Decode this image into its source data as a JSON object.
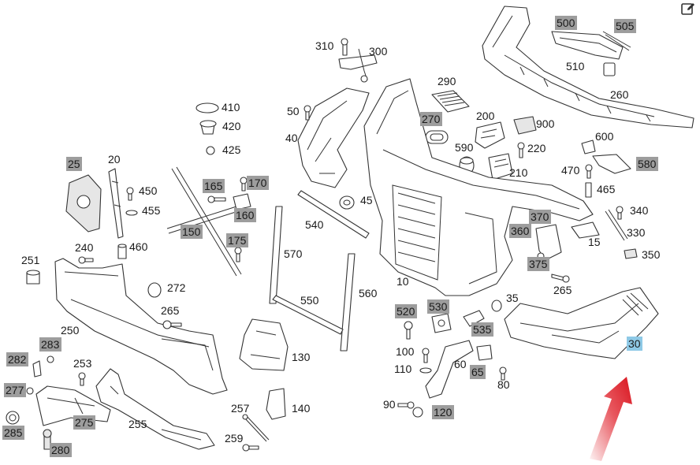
{
  "diagram": {
    "labels": [
      {
        "id": "l500",
        "text": "500",
        "hl": "gray"
      },
      {
        "id": "l505",
        "text": "505",
        "hl": "gray"
      },
      {
        "id": "l510",
        "text": "510",
        "hl": "none"
      },
      {
        "id": "l260",
        "text": "260",
        "hl": "none"
      },
      {
        "id": "l310",
        "text": "310",
        "hl": "none"
      },
      {
        "id": "l300",
        "text": "300",
        "hl": "none"
      },
      {
        "id": "l290",
        "text": "290",
        "hl": "none"
      },
      {
        "id": "l270",
        "text": "270",
        "hl": "gray"
      },
      {
        "id": "l200",
        "text": "200",
        "hl": "none"
      },
      {
        "id": "l900",
        "text": "900",
        "hl": "none"
      },
      {
        "id": "l590",
        "text": "590",
        "hl": "none"
      },
      {
        "id": "l220",
        "text": "220",
        "hl": "none"
      },
      {
        "id": "l210",
        "text": "210",
        "hl": "none"
      },
      {
        "id": "l600",
        "text": "600",
        "hl": "none"
      },
      {
        "id": "l470",
        "text": "470",
        "hl": "none"
      },
      {
        "id": "l580",
        "text": "580",
        "hl": "gray"
      },
      {
        "id": "l465",
        "text": "465",
        "hl": "none"
      },
      {
        "id": "l410",
        "text": "410",
        "hl": "none"
      },
      {
        "id": "l420",
        "text": "420",
        "hl": "none"
      },
      {
        "id": "l425",
        "text": "425",
        "hl": "none"
      },
      {
        "id": "l50",
        "text": "50",
        "hl": "none"
      },
      {
        "id": "l40",
        "text": "40",
        "hl": "none"
      },
      {
        "id": "l25",
        "text": "25",
        "hl": "gray"
      },
      {
        "id": "l20",
        "text": "20",
        "hl": "none"
      },
      {
        "id": "l450",
        "text": "450",
        "hl": "none"
      },
      {
        "id": "l455",
        "text": "455",
        "hl": "none"
      },
      {
        "id": "l165",
        "text": "165",
        "hl": "gray"
      },
      {
        "id": "l170",
        "text": "170",
        "hl": "gray"
      },
      {
        "id": "l160",
        "text": "160",
        "hl": "gray"
      },
      {
        "id": "l150",
        "text": "150",
        "hl": "gray"
      },
      {
        "id": "l175",
        "text": "175",
        "hl": "gray"
      },
      {
        "id": "l45",
        "text": "45",
        "hl": "none"
      },
      {
        "id": "l540",
        "text": "540",
        "hl": "none"
      },
      {
        "id": "l370",
        "text": "370",
        "hl": "gray"
      },
      {
        "id": "l340",
        "text": "340",
        "hl": "none"
      },
      {
        "id": "l360",
        "text": "360",
        "hl": "gray"
      },
      {
        "id": "l330",
        "text": "330",
        "hl": "none"
      },
      {
        "id": "l15",
        "text": "15",
        "hl": "none"
      },
      {
        "id": "l350",
        "text": "350",
        "hl": "none"
      },
      {
        "id": "l375",
        "text": "375",
        "hl": "gray"
      },
      {
        "id": "l251",
        "text": "251",
        "hl": "none"
      },
      {
        "id": "l240",
        "text": "240",
        "hl": "none"
      },
      {
        "id": "l460",
        "text": "460",
        "hl": "none"
      },
      {
        "id": "l570",
        "text": "570",
        "hl": "none"
      },
      {
        "id": "l10",
        "text": "10",
        "hl": "none"
      },
      {
        "id": "l272",
        "text": "272",
        "hl": "none"
      },
      {
        "id": "l265a",
        "text": "265",
        "hl": "none"
      },
      {
        "id": "l265b",
        "text": "265",
        "hl": "none"
      },
      {
        "id": "l35",
        "text": "35",
        "hl": "none"
      },
      {
        "id": "l550",
        "text": "550",
        "hl": "none"
      },
      {
        "id": "l560",
        "text": "560",
        "hl": "none"
      },
      {
        "id": "l520",
        "text": "520",
        "hl": "gray"
      },
      {
        "id": "l530",
        "text": "530",
        "hl": "gray"
      },
      {
        "id": "l535",
        "text": "535",
        "hl": "gray"
      },
      {
        "id": "l250",
        "text": "250",
        "hl": "none"
      },
      {
        "id": "l283",
        "text": "283",
        "hl": "gray"
      },
      {
        "id": "l282",
        "text": "282",
        "hl": "gray"
      },
      {
        "id": "l253",
        "text": "253",
        "hl": "none"
      },
      {
        "id": "l130",
        "text": "130",
        "hl": "none"
      },
      {
        "id": "l100",
        "text": "100",
        "hl": "none"
      },
      {
        "id": "l110",
        "text": "110",
        "hl": "none"
      },
      {
        "id": "l60",
        "text": "60",
        "hl": "none"
      },
      {
        "id": "l65",
        "text": "65",
        "hl": "gray"
      },
      {
        "id": "l80",
        "text": "80",
        "hl": "none"
      },
      {
        "id": "l30",
        "text": "30",
        "hl": "blue"
      },
      {
        "id": "l277",
        "text": "277",
        "hl": "gray"
      },
      {
        "id": "l275",
        "text": "275",
        "hl": "gray"
      },
      {
        "id": "l285",
        "text": "285",
        "hl": "gray"
      },
      {
        "id": "l280",
        "text": "280",
        "hl": "gray"
      },
      {
        "id": "l255",
        "text": "255",
        "hl": "none"
      },
      {
        "id": "l257",
        "text": "257",
        "hl": "none"
      },
      {
        "id": "l259",
        "text": "259",
        "hl": "none"
      },
      {
        "id": "l140",
        "text": "140",
        "hl": "none"
      },
      {
        "id": "l90",
        "text": "90",
        "hl": "none"
      },
      {
        "id": "l120",
        "text": "120",
        "hl": "gray"
      }
    ],
    "colors": {
      "highlight_gray": "#9d9d9d",
      "highlight_blue": "#8ec9e6",
      "arrow_red": "#e0202a"
    },
    "icons": {
      "edit": "edit-icon"
    }
  }
}
